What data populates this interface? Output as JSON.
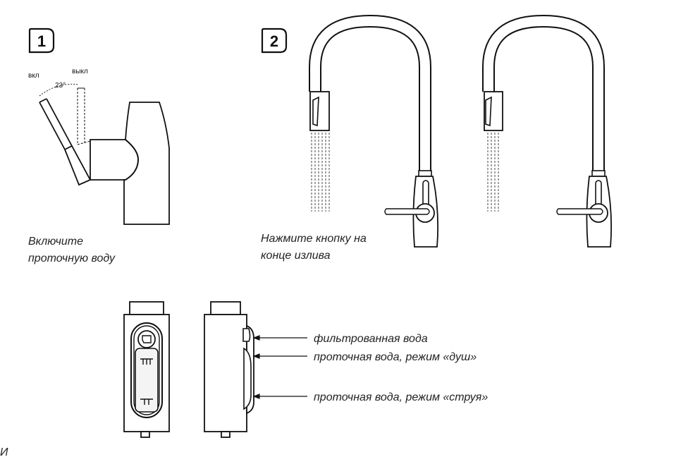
{
  "step1": {
    "number": "1",
    "label_on": "вкл",
    "label_off": "выкл",
    "angle": "23°",
    "caption_line1": "Включите",
    "caption_line2": "проточную воду"
  },
  "step2": {
    "number": "2",
    "caption_line1": "Нажмите кнопку на",
    "caption_line2": "конце излива"
  },
  "legend": {
    "filtered": "фильтрованная вода",
    "shower": "проточная вода, режим «душ»",
    "stream": "проточная вода, режим «струя»"
  },
  "corner_mark": "И"
}
